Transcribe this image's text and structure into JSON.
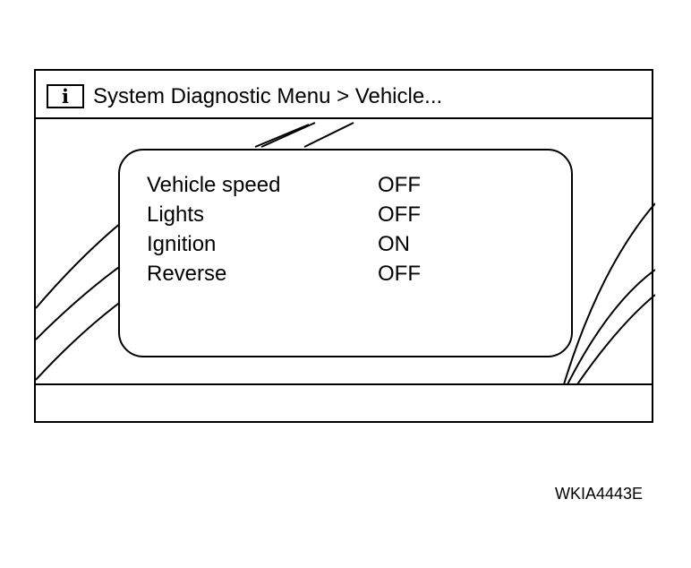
{
  "header": {
    "info_icon": "i",
    "breadcrumb": "System Diagnostic Menu > Vehicle..."
  },
  "status": {
    "rows": [
      {
        "label": "Vehicle speed",
        "value": "OFF"
      },
      {
        "label": "Lights",
        "value": "OFF"
      },
      {
        "label": "Ignition",
        "value": "ON"
      },
      {
        "label": "Reverse",
        "value": "OFF"
      }
    ]
  },
  "figure_id": "WKIA4443E",
  "icons": {
    "info": "info-icon"
  }
}
